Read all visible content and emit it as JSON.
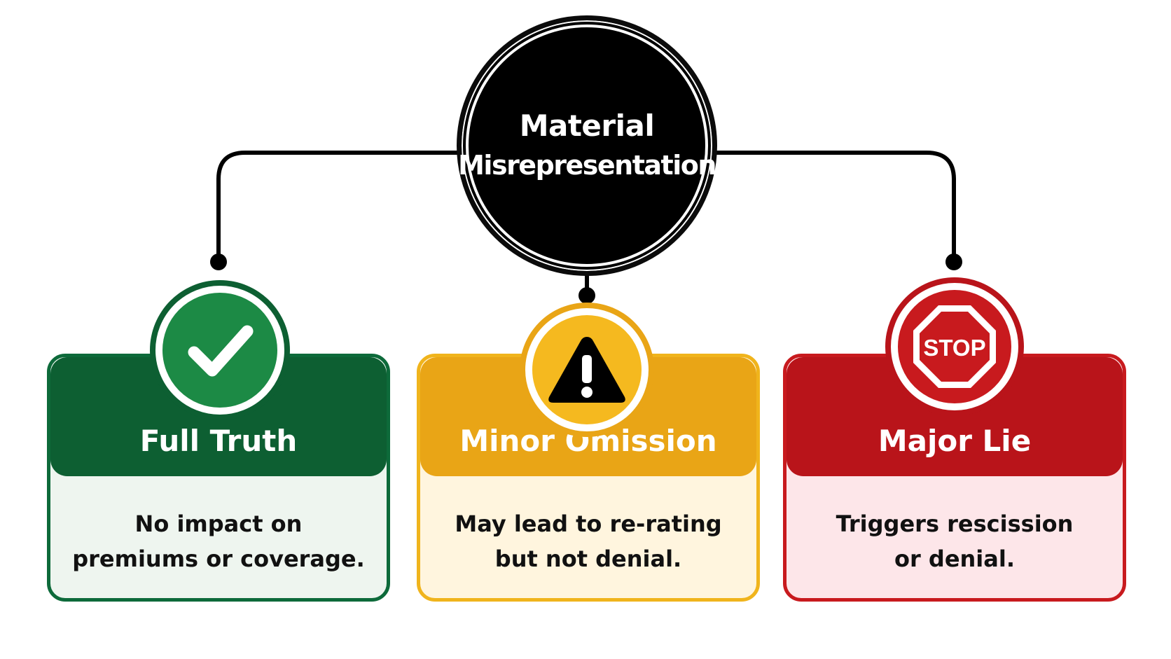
{
  "center": {
    "title_line1": "Material",
    "title_line2": "Misrepresentation",
    "color": "#000000"
  },
  "branches": [
    {
      "title": "Full Truth",
      "description_line1": "No impact on",
      "description_line2": "premiums or coverage.",
      "icon": "checkmark-icon",
      "color": "#0d5f32",
      "body_color": "#eef5ef"
    },
    {
      "title": "Minor Omission",
      "description_line1": "May lead to re-rating",
      "description_line2": "but not denial.",
      "icon": "warning-icon",
      "color": "#e9a516",
      "body_color": "#fff5de"
    },
    {
      "title": "Major Lie",
      "description_line1": "Triggers rescission",
      "description_line2": "or denial.",
      "icon": "stop-sign-icon",
      "icon_text": "STOP",
      "color": "#b9141a",
      "body_color": "#fde6e9"
    }
  ]
}
